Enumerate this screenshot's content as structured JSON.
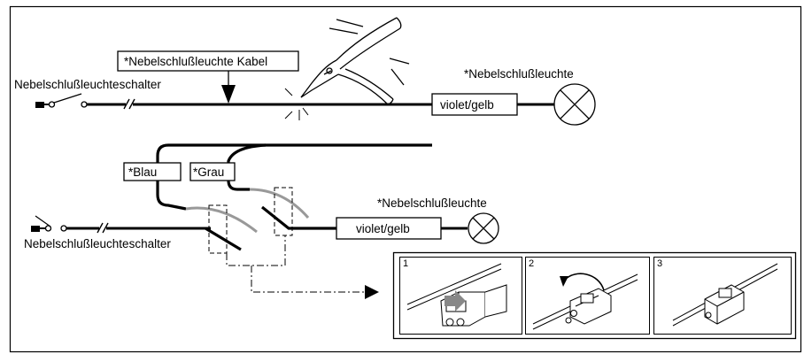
{
  "labels": {
    "cable_callout": "*Nebelschlußleuchte Kabel",
    "switch_top": "Nebelschlußleuchteschalter",
    "lamp_top": "*Nebelschlußleuchte",
    "wire_color_top": "violet/gelb",
    "blue_wire": "*Blau",
    "grey_wire": "*Grau",
    "lamp_bottom": "*Nebelschlußleuchte",
    "wire_color_bottom": "violet/gelb",
    "switch_bottom": "Nebelschlußleuchteschalter"
  },
  "steps": [
    {
      "number": "1"
    },
    {
      "number": "2"
    },
    {
      "number": "3"
    }
  ],
  "icons": {
    "cutter": "wire-cutter-icon",
    "lamp": "lamp-cross-icon",
    "switch": "switch-icon",
    "connector": "splice-connector-icon"
  },
  "colors": {
    "line": "#000000",
    "grey_wire": "#999999",
    "background": "#ffffff"
  }
}
